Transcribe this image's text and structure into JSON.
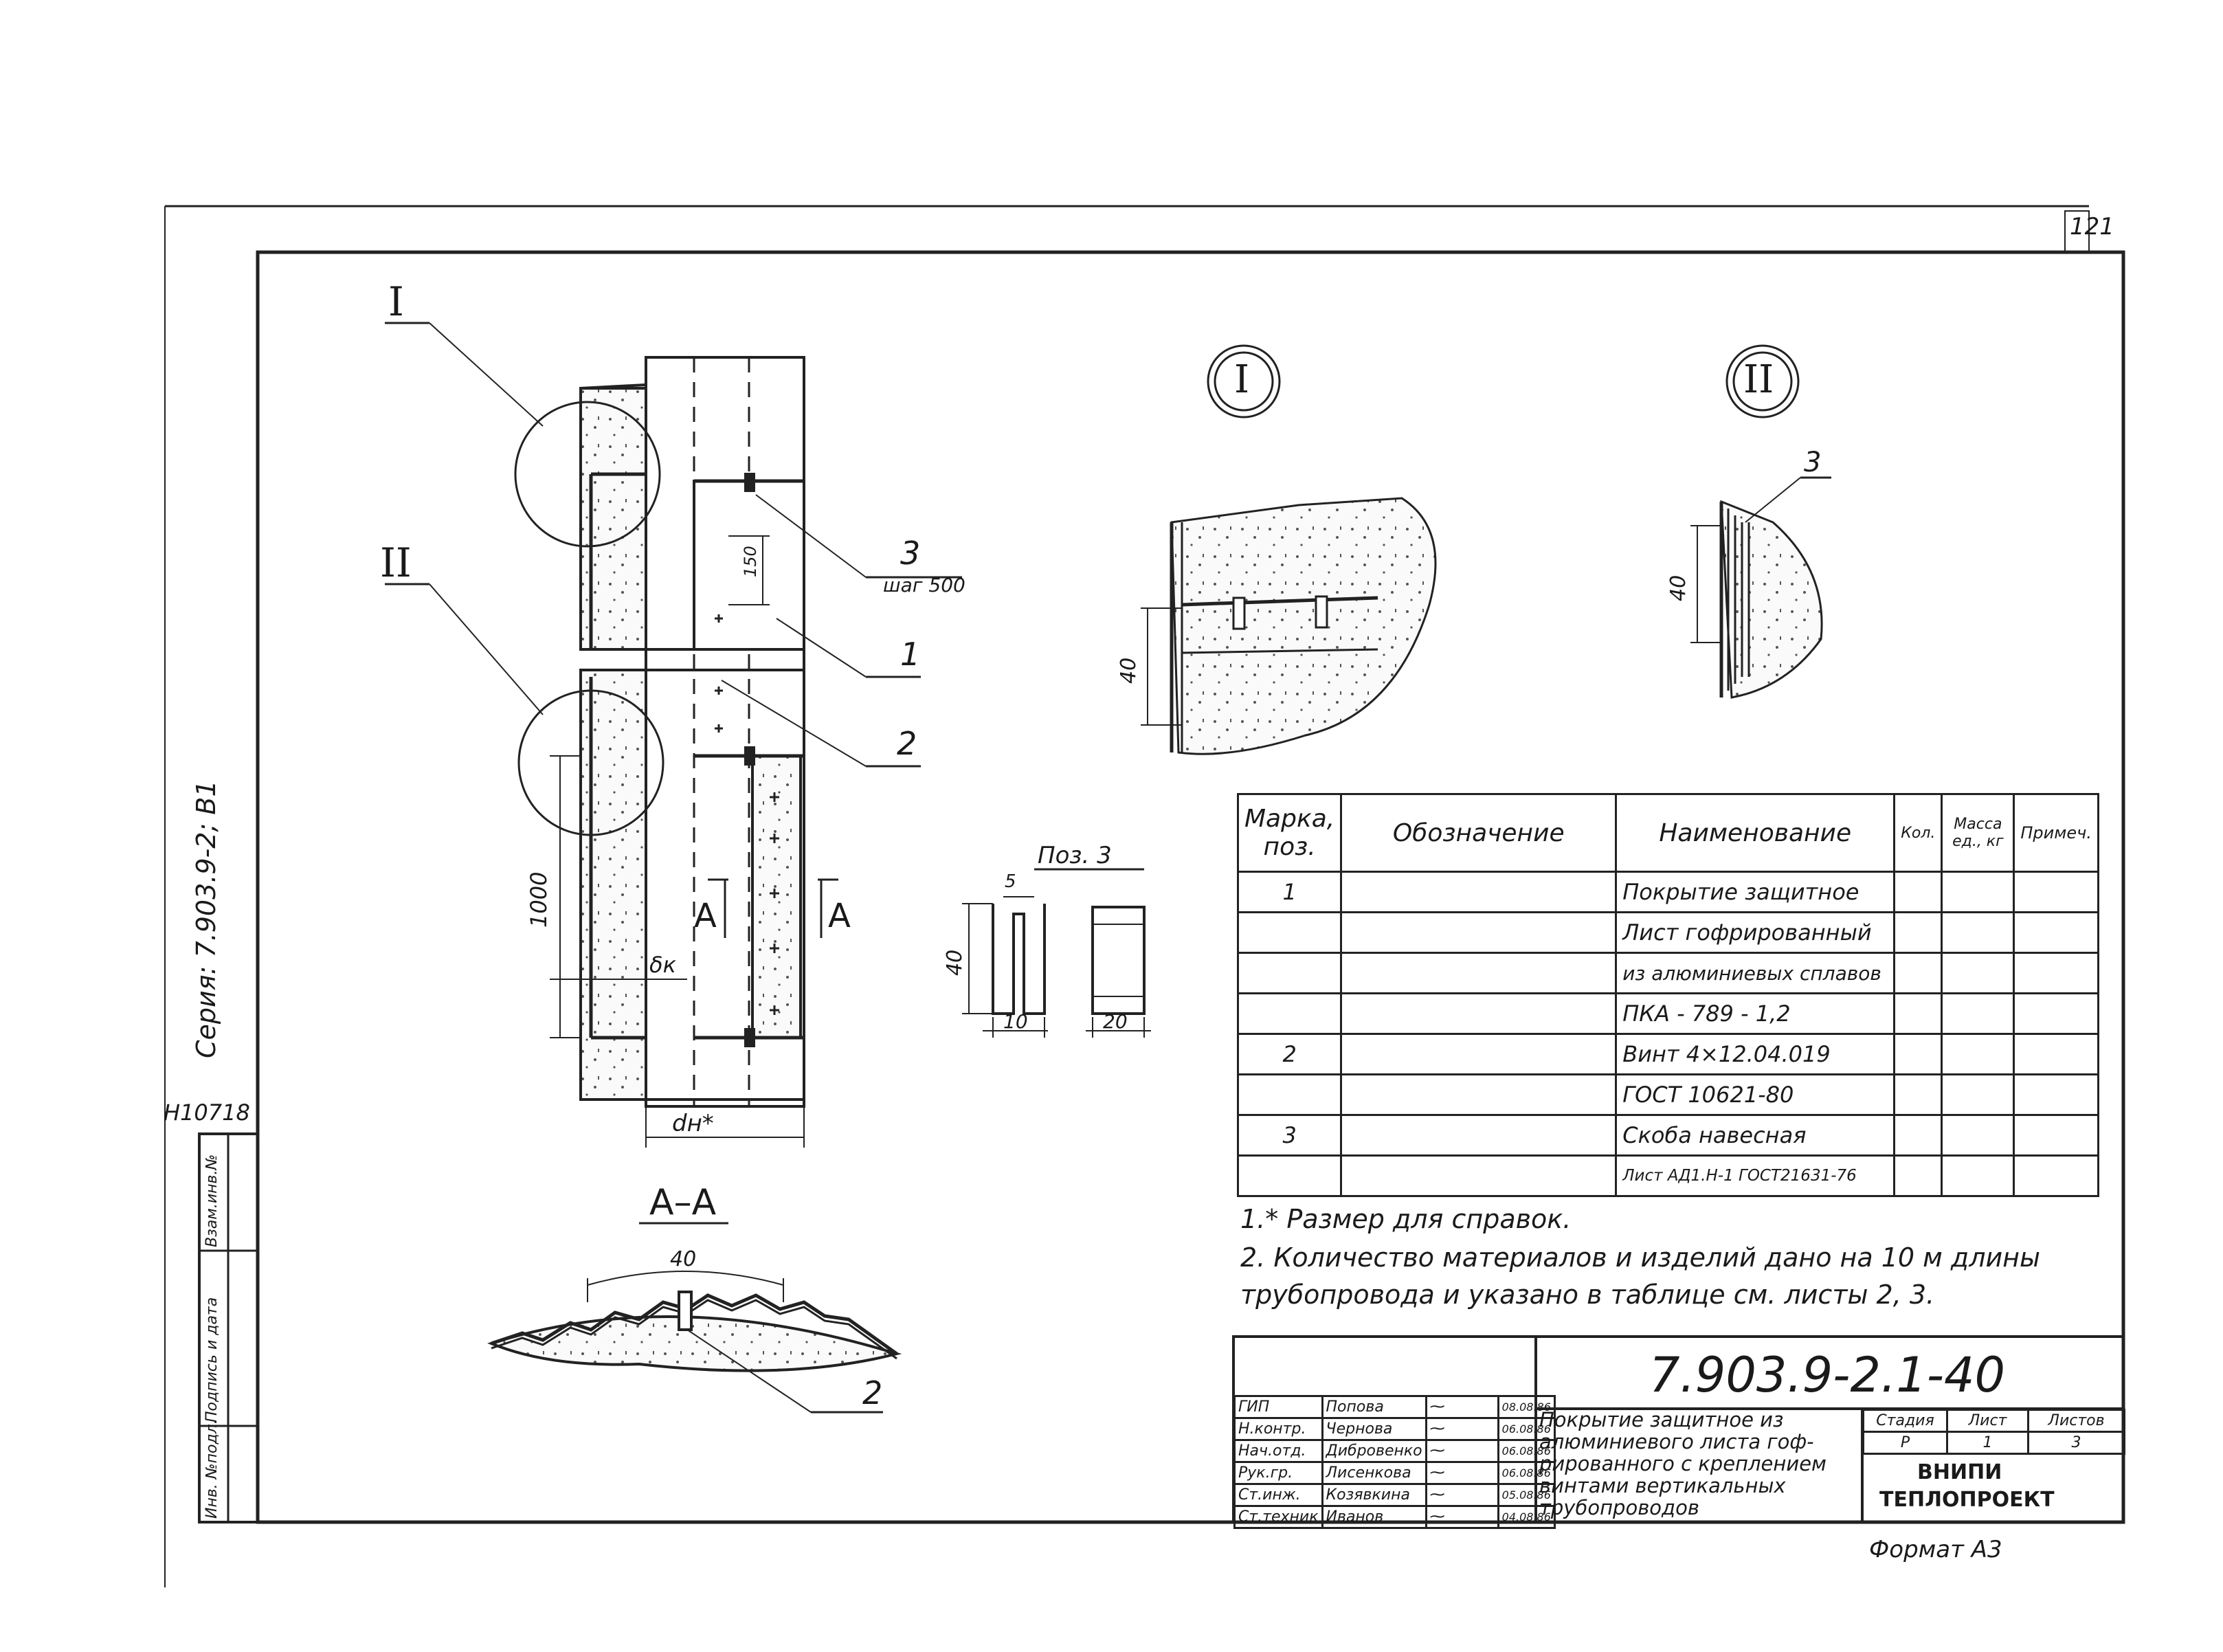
{
  "sheet_number": "121",
  "series_label": "Серия: 7.903.9-2; В1",
  "archive_no": "Н10718",
  "side_stamp": {
    "col1": "Инв. №подл.",
    "col2": "Подпись и дата",
    "col3": "Взам.инв.№"
  },
  "drawing": {
    "callout_I": "I",
    "callout_II": "II",
    "pos_3_label": "3",
    "pos_3_step": "шаг 500",
    "pos_1_label": "1",
    "pos_2_label": "2",
    "dim_150": "150",
    "dim_1000": "1000",
    "dim_dk": "δк",
    "dim_dn": "dн*",
    "section_mark_left": "A",
    "section_mark_right": "A",
    "section_title": "A–A",
    "section_dim_40": "40",
    "section_pos_2": "2",
    "detail_I_title": "I",
    "detail_I_dim": "40",
    "detail_II_title": "II",
    "detail_II_dim": "40",
    "detail_II_pos": "3",
    "poz3_title": "Поз. 3",
    "poz3_dim_5": "5",
    "poz3_dim_40": "40",
    "poz3_dim_10": "10",
    "poz3_dim_20": "20"
  },
  "spec_table": {
    "headers": [
      "Марка, поз.",
      "Обозначение",
      "Наименование",
      "Кол.",
      "Масса ед., кг",
      "Примеч."
    ],
    "rows": [
      [
        "1",
        "",
        "Покрытие защитное",
        "",
        "",
        ""
      ],
      [
        "",
        "",
        "Лист гофрированный",
        "",
        "",
        ""
      ],
      [
        "",
        "",
        "из алюминиевых сплавов",
        "",
        "",
        ""
      ],
      [
        "",
        "",
        "ПКА - 789 - 1,2",
        "",
        "",
        ""
      ],
      [
        "2",
        "",
        "Винт 4×12.04.019",
        "",
        "",
        ""
      ],
      [
        "",
        "",
        "ГОСТ 10621-80",
        "",
        "",
        ""
      ],
      [
        "3",
        "",
        "Скоба навесная",
        "",
        "",
        ""
      ],
      [
        "",
        "",
        "Лист АД1.Н-1 ГОСТ21631-76",
        "",
        "",
        ""
      ]
    ]
  },
  "notes": [
    "1.* Размер для справок.",
    "2. Количество материалов и изделий дано на 10 м длины",
    "трубопровода и указано в таблице см. листы 2, 3."
  ],
  "title_block": {
    "doc_code": "7.903.9-2.1-40",
    "roles": [
      {
        "role": "ГИП",
        "name": "Попова",
        "date": "08.08.86"
      },
      {
        "role": "Н.контр.",
        "name": "Чернова",
        "date": "06.08.86"
      },
      {
        "role": "Нач.отд.",
        "name": "Дибровенко",
        "date": "06.08.86"
      },
      {
        "role": "Рук.гр.",
        "name": "Лисенкова",
        "date": "06.08.86"
      },
      {
        "role": "Ст.инж.",
        "name": "Козявкина",
        "date": "05.08.86"
      },
      {
        "role": "Ст.техник",
        "name": "Иванов",
        "date": "04.08.86"
      }
    ],
    "name_lines": [
      "Покрытие защитное из",
      "алюминиевого листа гоф-",
      "рированного с креплением",
      "винтами вертикальных",
      "трубопроводов"
    ],
    "stage_header": "Стадия",
    "sheet_header": "Лист",
    "sheets_header": "Листов",
    "stage": "Р",
    "sheet": "1",
    "sheets": "3",
    "org_line1": "ВНИПИ",
    "org_line2": "ТЕПЛОПРОЕКТ"
  },
  "format": "Формат А3"
}
